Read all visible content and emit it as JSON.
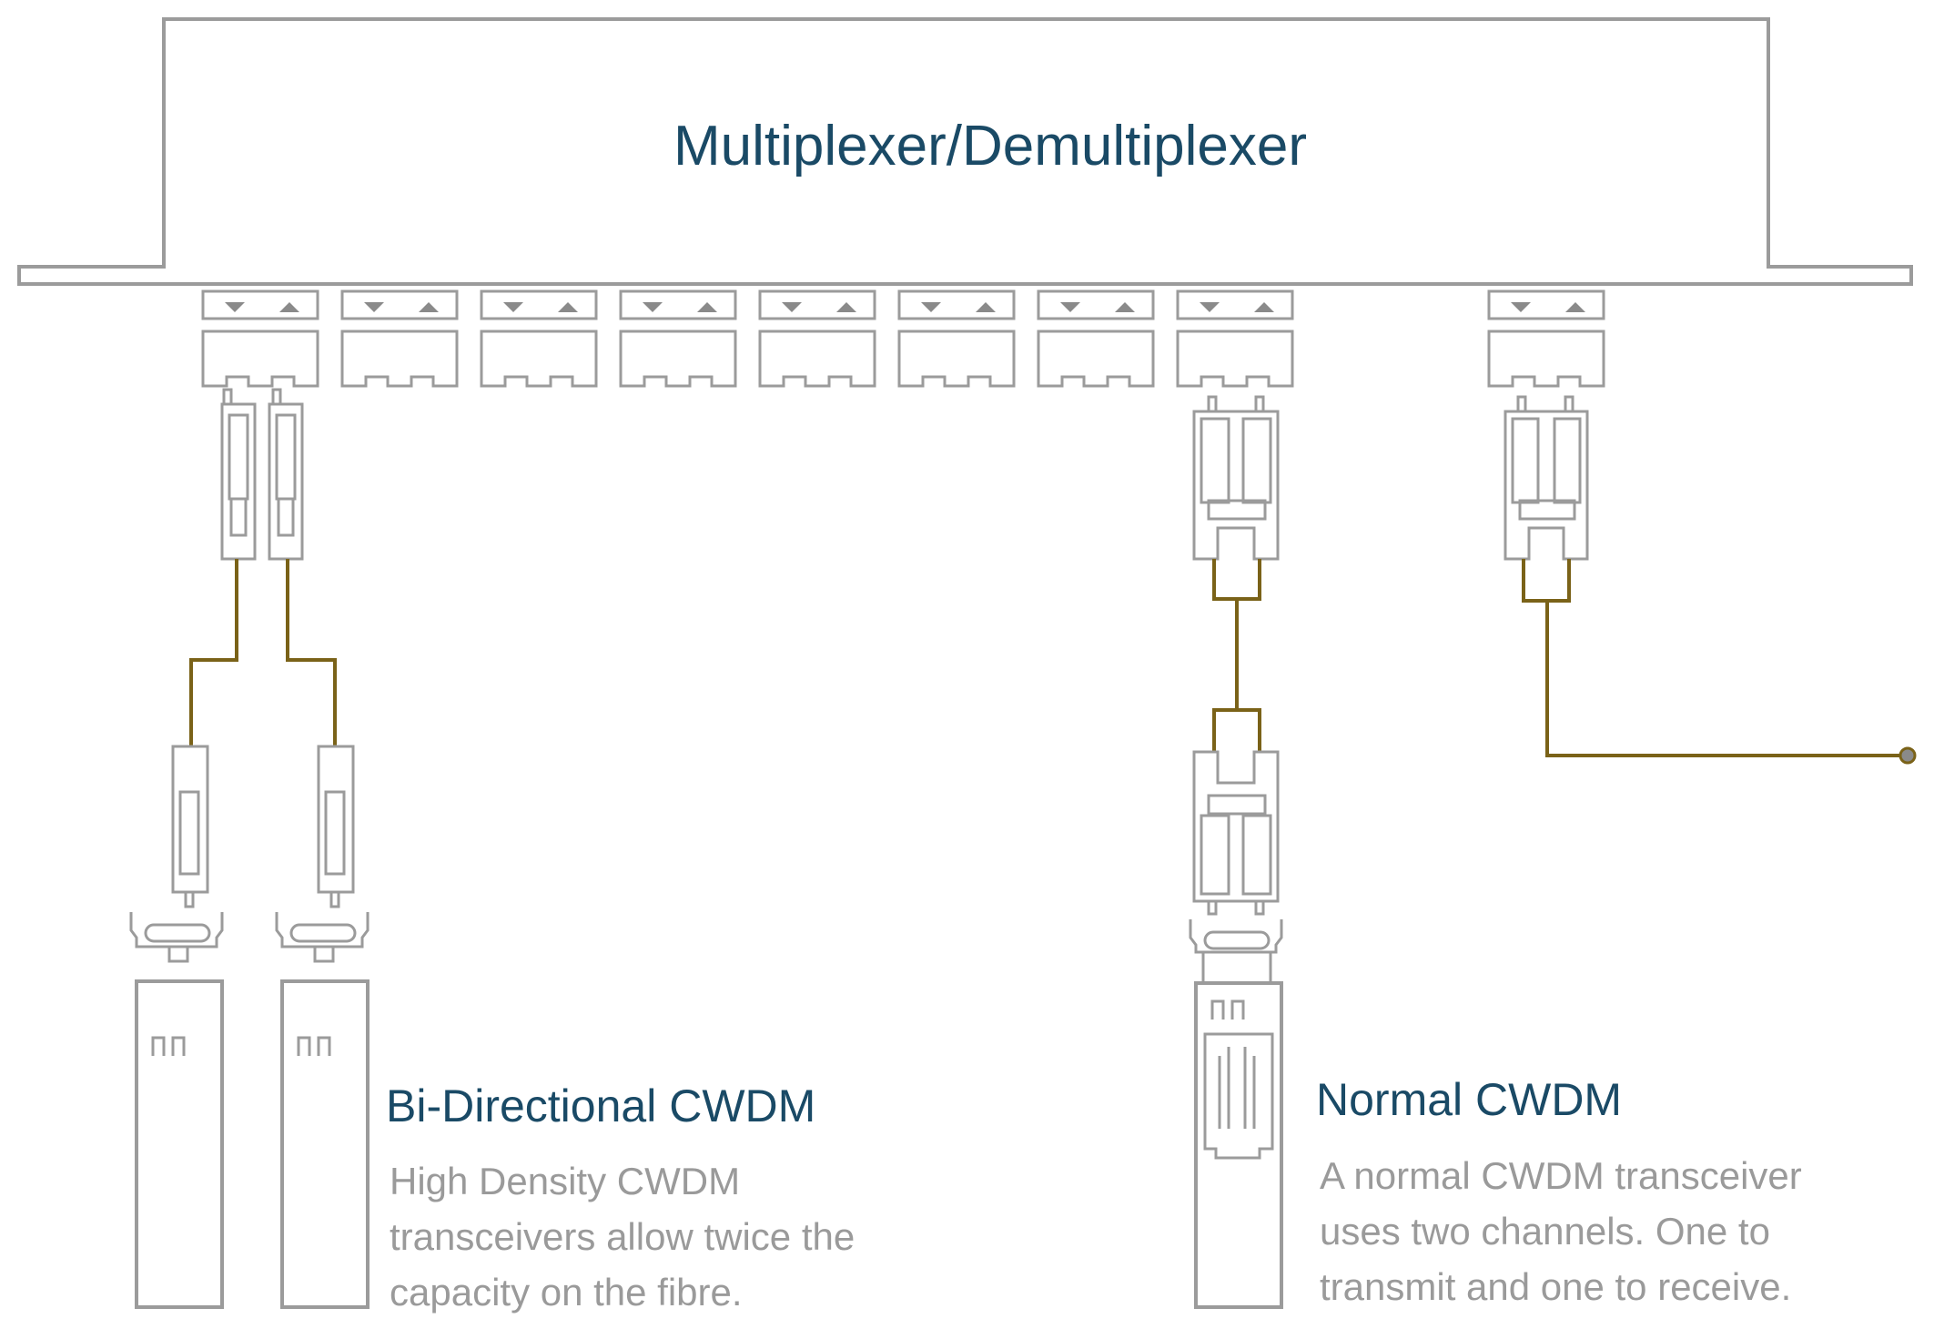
{
  "device": {
    "title": "Multiplexer/Demultiplexer",
    "channel_port_count": 8,
    "express_port_count": 1
  },
  "sections": [
    {
      "heading": "Bi-Directional CWDM",
      "description_lines": [
        "High Density CWDM",
        "transceivers allow twice the",
        "capacity on the fibre."
      ]
    },
    {
      "heading": "Normal CWDM",
      "description_lines": [
        "A normal CWDM transceiver",
        "uses two channels. One to",
        "transmit and one to receive."
      ]
    }
  ],
  "colors": {
    "outline": "#9b9b9b",
    "fiber": "#7a6218",
    "title": "#1a4a66",
    "body_text": "#9a9a9a",
    "port_arrow": "#8a8a8a"
  }
}
